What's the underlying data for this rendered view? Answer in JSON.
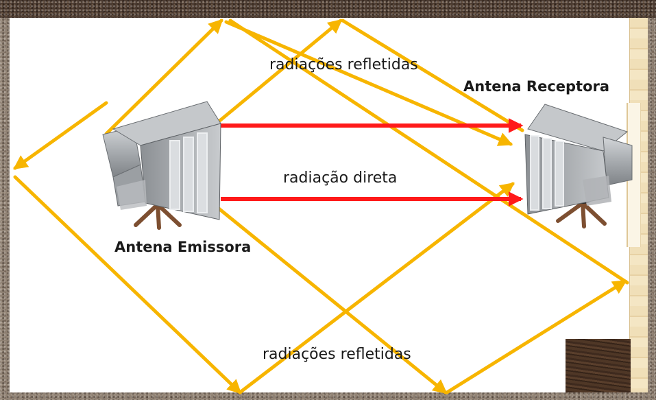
{
  "labels": {
    "reflected_top": "radiações refletidas",
    "direct": "radiação direta",
    "reflected_bottom": "radiações refletidas",
    "receiver": "Antena Receptora",
    "emitter": "Antena Emissora"
  },
  "colors": {
    "reflected_ray": "#f7b500",
    "direct_ray": "#ff1a1a",
    "antenna_body": "#a9adb1",
    "tripod": "#8a5a3a"
  },
  "icons": {
    "emitter": "horn-antenna-icon",
    "receiver": "horn-antenna-icon"
  }
}
